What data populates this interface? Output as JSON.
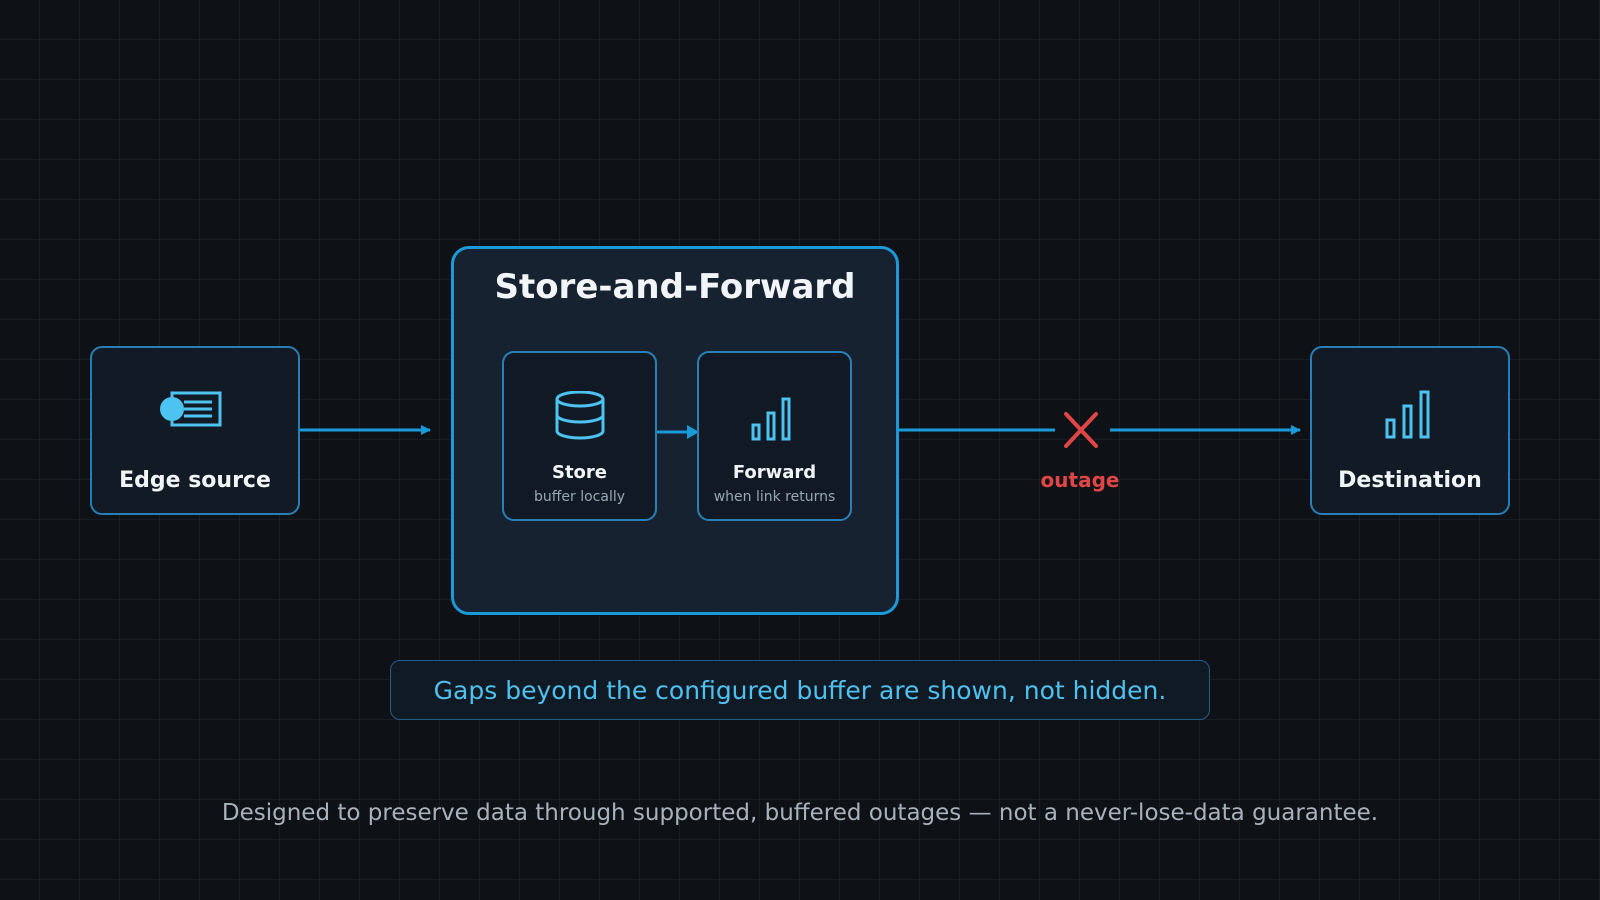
{
  "diagram": {
    "title": "Store-and-Forward",
    "nodes": {
      "source": {
        "label": "Edge source",
        "icon": "sensor-icon"
      },
      "store": {
        "label": "Store",
        "caption": "buffer locally",
        "icon": "database-icon"
      },
      "forward": {
        "label": "Forward",
        "caption": "when link returns",
        "icon": "signal-bars-icon"
      },
      "destination": {
        "label": "Destination",
        "icon": "signal-bars-icon"
      }
    },
    "outage_label": "outage",
    "note": "Gaps beyond the configured buffer are shown, not hidden.",
    "disclaimer": "Designed to preserve data through supported, buffered outages — not a never-lose-data guarantee."
  },
  "colors": {
    "background": "#0e1217",
    "accent": "#1a9ad8",
    "icon": "#4cc3f0",
    "outage": "#e04646",
    "note_text": "#4fc0ef"
  }
}
